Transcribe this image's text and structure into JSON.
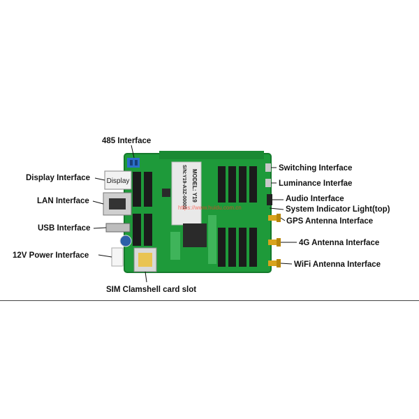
{
  "board": {
    "model_text": "MODEL: Y19",
    "serial_text": "S/N:Y19-A3Z-00001",
    "display_button_text": "Display",
    "watermark_text": "https://www.huidu.com.cn",
    "colors": {
      "pcb": "#1e9a3a",
      "pcb_dark": "#157a2c",
      "connector": "#1b1b1b",
      "antenna": "#d8a31c",
      "metal": "#c9c9c9",
      "label_plate": "#e9e9e9"
    }
  },
  "callouts": {
    "top_485": "485 Interface",
    "display": "Display Interface",
    "lan": "LAN Interface",
    "usb": "USB Interface",
    "power": "12V Power Interface",
    "sim": "SIM Clamshell card slot",
    "switching": "Switching Interface",
    "luminance": "Luminance Interfae",
    "audio": "Audio Interface",
    "indicator": "System Indicator Light(top)",
    "gps": "GPS Antenna Interface",
    "lte": "4G Antenna Interface",
    "wifi": "WiFi Antenna Interface"
  }
}
